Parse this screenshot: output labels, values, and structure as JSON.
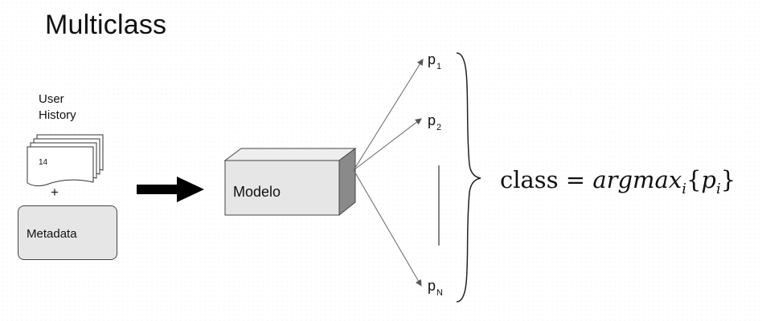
{
  "title": "Multiclass",
  "inputs": {
    "history_label_line1": "User",
    "history_label_line2": "History",
    "history_doc_count": "14",
    "plus": "+",
    "metadata_label": "Metadata"
  },
  "model": {
    "label": "Modelo"
  },
  "outputs": [
    {
      "base": "p",
      "sub": "1"
    },
    {
      "base": "p",
      "sub": "2"
    },
    {
      "base": "p",
      "sub": "N"
    }
  ],
  "formula": {
    "lhs": "class",
    "equals": "=",
    "func": "argmax",
    "func_sub": "i",
    "arg_open": "{",
    "arg": "p",
    "arg_sub": "i",
    "arg_close": "}"
  }
}
